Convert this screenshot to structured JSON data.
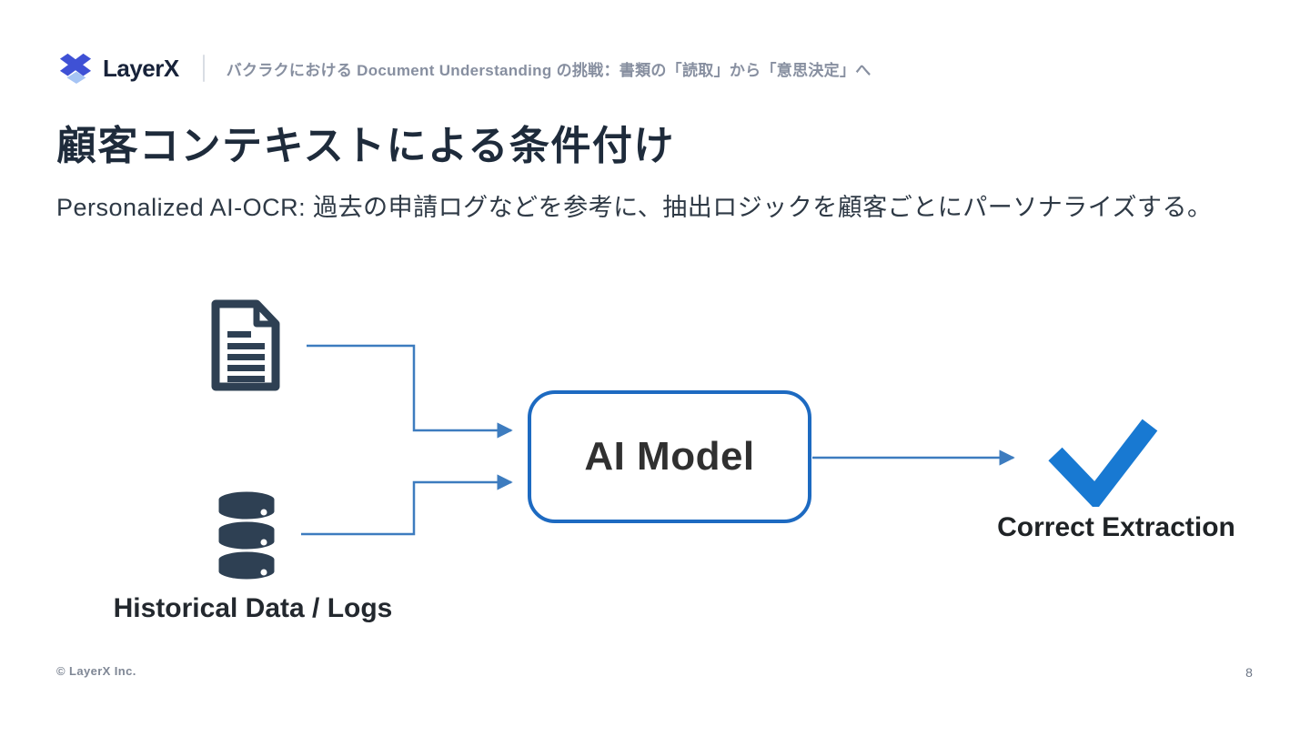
{
  "header": {
    "logo_text": "LayerX",
    "subtitle": "バクラクにおける Document Understanding の挑戦：書類の「読取」から「意思決定」へ"
  },
  "slide": {
    "title": "顧客コンテキストによる条件付け",
    "description": "Personalized AI-OCR: 過去の申請ログなどを参考に、抽出ロジックを顧客ごとにパーソナライズする。"
  },
  "diagram": {
    "ai_model_label": "AI Model",
    "historical_label": "Historical Data / Logs",
    "result_label": "Correct Extraction",
    "icons": [
      "layerx-logo-icon",
      "document-icon",
      "database-icon",
      "checkmark-icon"
    ],
    "flow": [
      "document-icon -> ai-model-box",
      "database-icon -> ai-model-box",
      "ai-model-box -> checkmark-icon"
    ]
  },
  "footer": {
    "copyright": "© LayerX Inc.",
    "page_number": "8"
  },
  "colors": {
    "title_navy": "#1e2b3b",
    "icon_slate": "#2e4053",
    "connector_blue": "#3d7cbf",
    "box_border_blue": "#1d6ac1",
    "check_blue": "#1879d2",
    "logo_indigo": "#3f51d5",
    "logo_lightblue": "#a6c4f4",
    "header_gray": "#878fa0"
  }
}
